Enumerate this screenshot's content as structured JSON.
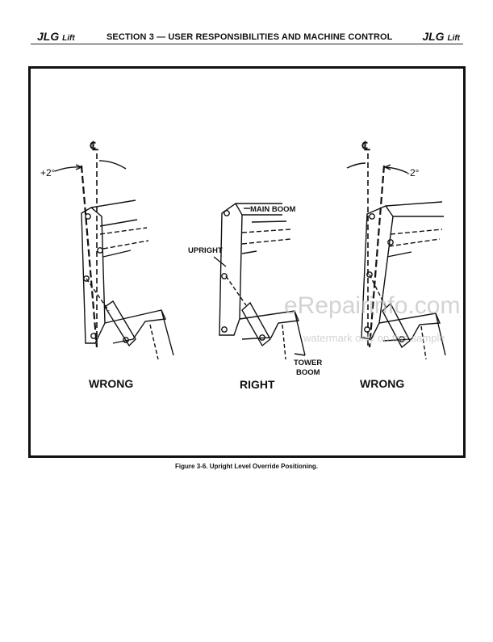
{
  "header": {
    "brand_left": "JLG",
    "brand_left_small": "Lift",
    "section_title": "SECTION 3 — USER RESPONSIBILITIES AND MACHINE CONTROL",
    "brand_right": "JLG",
    "brand_right_small": "Lift"
  },
  "figure": {
    "panels": [
      {
        "label": "WRONG",
        "angle": "+2°",
        "centerline": "℄"
      },
      {
        "label": "RIGHT",
        "main_boom": "MAIN BOOM",
        "upright": "UPRIGHT",
        "tower_boom_1": "TOWER",
        "tower_boom_2": "BOOM"
      },
      {
        "label": "WRONG",
        "angle": "-2°",
        "centerline": "℄"
      }
    ],
    "caption": "Figure 3-6. Upright Level Override Positioning."
  },
  "watermark": {
    "site": "eRepairinfo.com",
    "note": "watermark only on this sample"
  }
}
